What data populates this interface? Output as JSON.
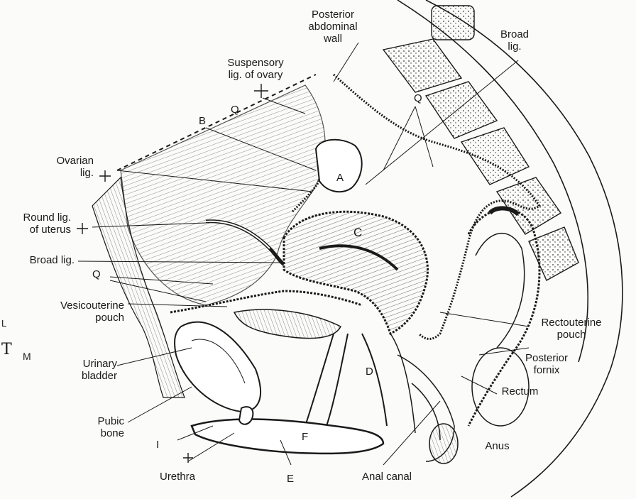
{
  "labels": {
    "posterior_abdominal_wall": "Posterior\nabdominal\nwall",
    "broad_lig_top": "Broad\nlig.",
    "suspensory_lig": "Suspensory\nlig. of ovary",
    "ovarian_lig": "Ovarian\nlig.",
    "round_lig": "Round lig.\nof uterus",
    "broad_lig_left": "Broad lig.",
    "vesicouterine_pouch": "Vesicouterine\npouch",
    "urinary_bladder": "Urinary\nbladder",
    "pubic_bone": "Pubic\nbone",
    "urethra": "Urethra",
    "rectouterine_pouch": "Rectouterine\npouch",
    "posterior_fornix": "Posterior\nfornix",
    "rectum": "Rectum",
    "anus": "Anus",
    "anal_canal": "Anal canal"
  },
  "letters": {
    "q_top": "Q",
    "q_upper_left": "Q",
    "q_left": "Q",
    "b": "B",
    "a": "A",
    "c": "C",
    "d": "D",
    "e": "E",
    "f": "F",
    "i": "I"
  },
  "orientation_marks": {
    "l": "L",
    "t": "T",
    "m": "M"
  }
}
